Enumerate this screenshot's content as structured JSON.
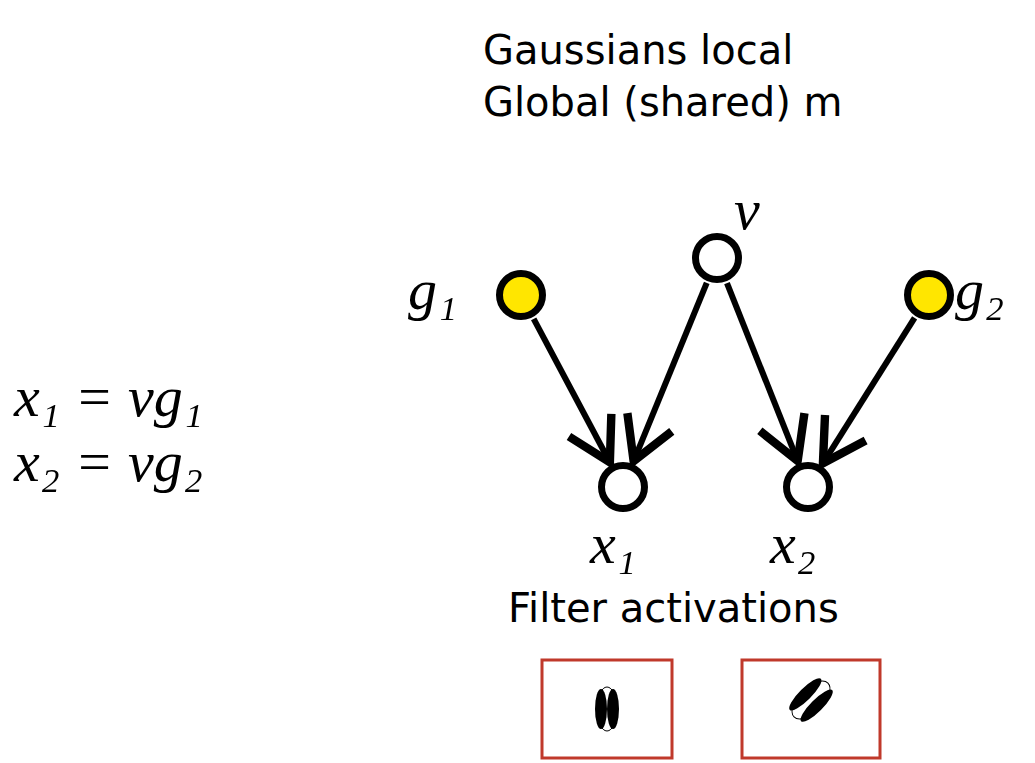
{
  "diagram": {
    "nodes": [
      {
        "text": [
          "g₁"
        ]
      },
      {
        "text": [
          "v"
        ]
      },
      {
        "text": [
          "g₂"
        ]
      },
      {
        "text": [
          "x₁"
        ]
      },
      {
        "text": [
          "x₂"
        ]
      }
    ],
    "edges": [
      {
        "from": 0,
        "to": 3,
        "arrow": "to"
      },
      {
        "from": 1,
        "to": 3,
        "arrow": "to"
      },
      {
        "from": 1,
        "to": 4,
        "arrow": "to"
      },
      {
        "from": 2,
        "to": 4,
        "arrow": "to"
      }
    ],
    "labels": [
      "Gaussians local",
      "Global (shared) m",
      "x₁ = vg₁",
      "x₂ = vg₂",
      "Filter activations"
    ]
  }
}
